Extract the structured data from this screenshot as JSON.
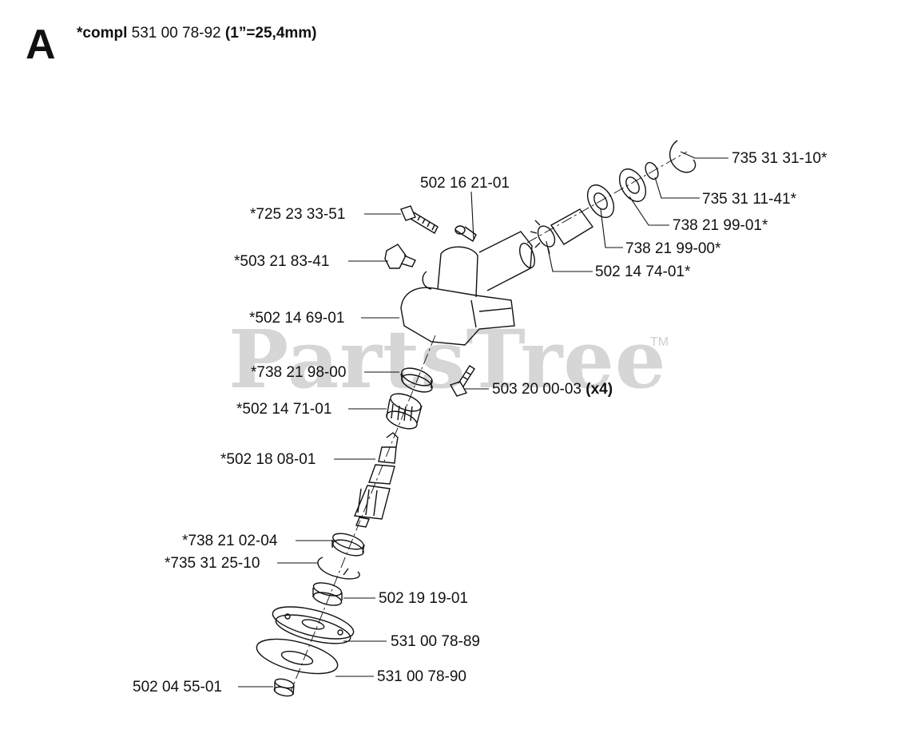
{
  "section": "A",
  "header": {
    "prefix": "*compl",
    "part": "531 00 78-92",
    "conversion": "(1”=25,4mm)"
  },
  "watermark": {
    "text": "PartsTree",
    "tm": "TM"
  },
  "labels": {
    "p735_31_31_10": "735 31 31-10*",
    "p502_16_21_01": "502 16 21-01",
    "p735_31_11_41": "735 31 11-41*",
    "p725_23_33_51": "*725 23 33-51",
    "p738_21_99_01": "738 21 99-01*",
    "p738_21_99_00": "738 21 99-00*",
    "p503_21_83_41": "*503 21 83-41",
    "p502_14_74_01": "502 14 74-01*",
    "p502_14_69_01": "*502 14 69-01",
    "p738_21_98_00": "*738 21 98-00",
    "p503_20_00_03": "503 20 00-03",
    "p503_20_00_03_qty": "(x4)",
    "p502_14_71_01": "*502 14 71-01",
    "p502_18_08_01": "*502 18 08-01",
    "p738_21_02_04": "*738 21 02-04",
    "p735_31_25_10": "*735 31 25-10",
    "p502_19_19_01": "502 19 19-01",
    "p531_00_78_89": "531 00 78-89",
    "p531_00_78_90": "531 00 78-90",
    "p502_04_55_01": "502 04 55-01"
  }
}
